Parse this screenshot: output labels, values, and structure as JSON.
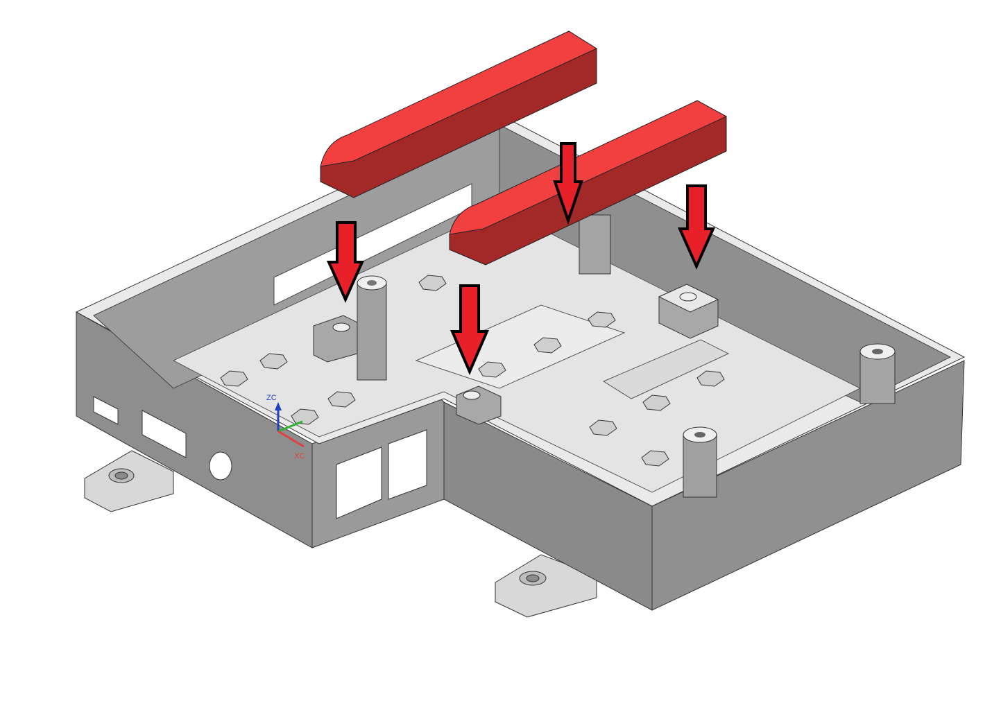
{
  "viewport": {
    "background": "#ffffff",
    "model": {
      "enclosure_color_top": "#e6e6e6",
      "enclosure_color_wall": "#8c8c8c",
      "enclosure_color_wall_light": "#a8a8a8",
      "enclosure_color_floor": "#e8e8e8",
      "part_color_light": "#f24040",
      "part_color_dark": "#a32828",
      "arrow_fill": "#e8202a",
      "arrow_stroke": "#000000"
    },
    "parts": [
      {
        "name": "red-bar-rear"
      },
      {
        "name": "red-bar-front"
      }
    ],
    "arrows": [
      {
        "name": "arrow-left-standoff"
      },
      {
        "name": "arrow-center-boss"
      },
      {
        "name": "arrow-bar-mount"
      },
      {
        "name": "arrow-right-block"
      },
      {
        "name": "arrow-front-boss"
      }
    ],
    "triad": {
      "z_label": "ZC",
      "x_label": "XC",
      "z_color": "#2040c0",
      "y_color": "#30b030",
      "x_color": "#e04040"
    }
  }
}
